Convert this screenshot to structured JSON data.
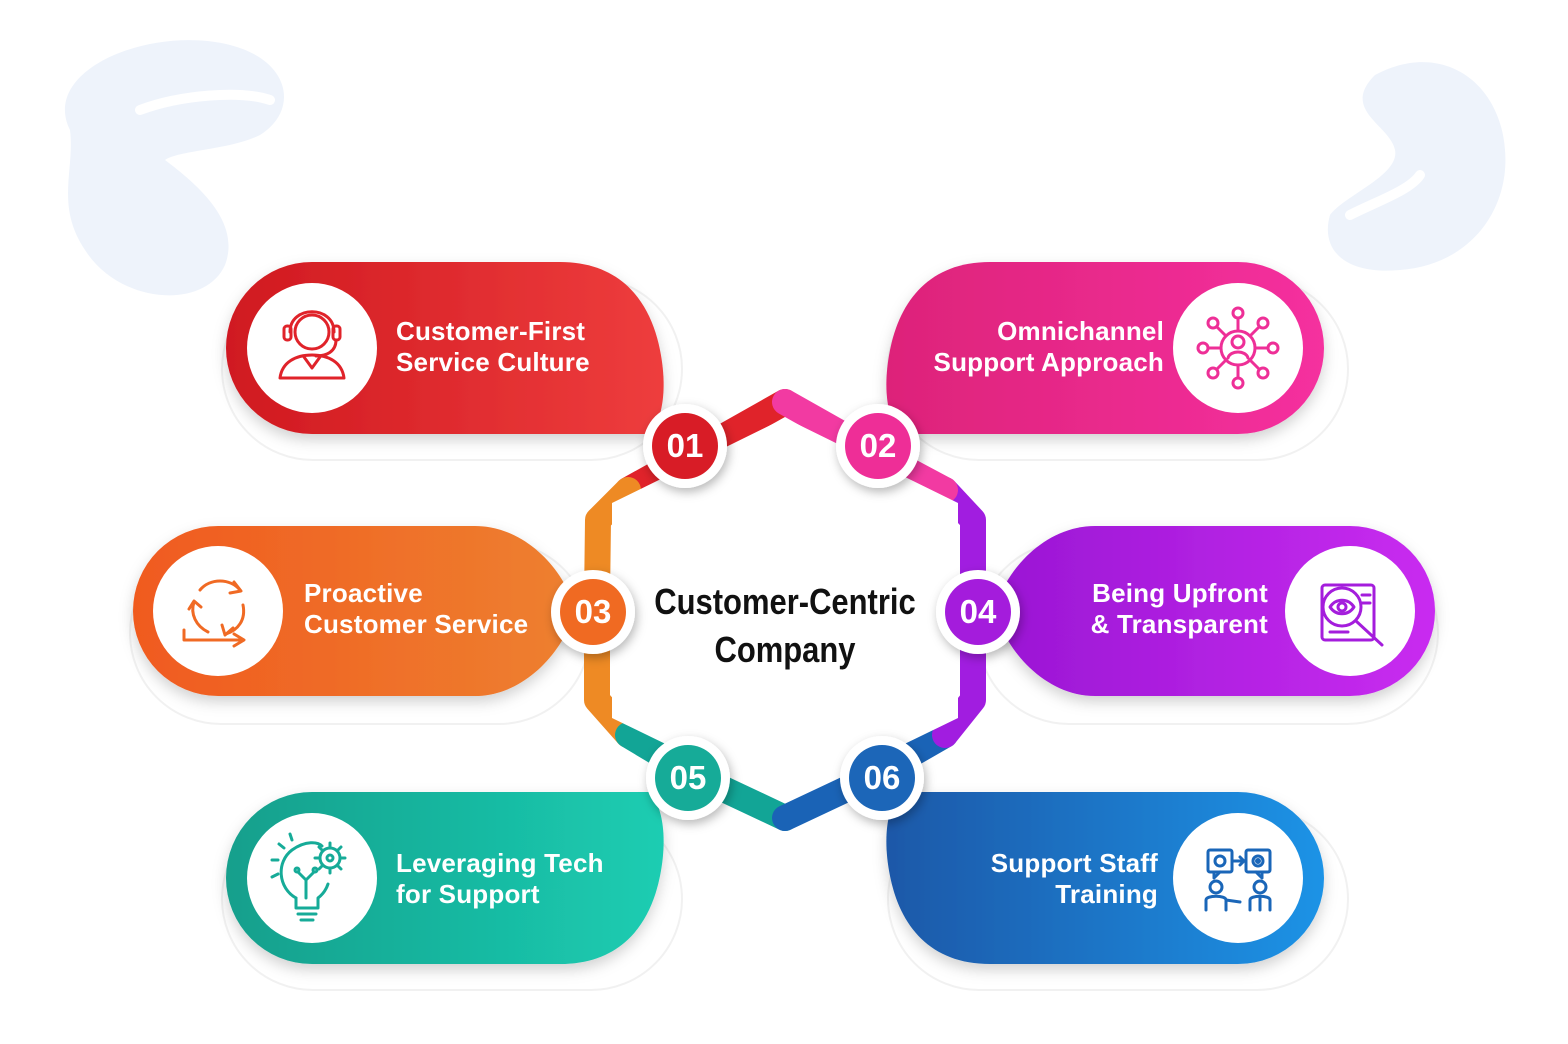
{
  "center": {
    "line1": "Customer-Centric",
    "line2": "Company"
  },
  "items": [
    {
      "number": "01",
      "line1": "Customer-First",
      "line2": "Service Culture",
      "icon": "customer-support-agent-icon",
      "color_start": "#d31a22",
      "color_end": "#ee3b3b"
    },
    {
      "number": "02",
      "line1": "Omnichannel",
      "line2": "Support Approach",
      "icon": "omnichannel-network-icon",
      "color_start": "#e0237f",
      "color_end": "#f22f9e"
    },
    {
      "number": "03",
      "line1": "Proactive",
      "line2": "Customer Service",
      "icon": "proactive-cycle-arrows-icon",
      "color_start": "#f26522",
      "color_end": "#ee7c2c"
    },
    {
      "number": "04",
      "line1": "Being Upfront",
      "line2": "& Transparent",
      "icon": "transparency-magnifier-icon",
      "color_start": "#9b1bd6",
      "color_end": "#c32aeb"
    },
    {
      "number": "05",
      "line1": "Leveraging Tech",
      "line2": "for Support",
      "icon": "tech-lightbulb-gear-icon",
      "color_start": "#13a08f",
      "color_end": "#19c6ad"
    },
    {
      "number": "06",
      "line1": "Support Staff",
      "line2": "Training",
      "icon": "staff-training-icon",
      "color_start": "#1a5fb0",
      "color_end": "#1f8de0"
    }
  ]
}
